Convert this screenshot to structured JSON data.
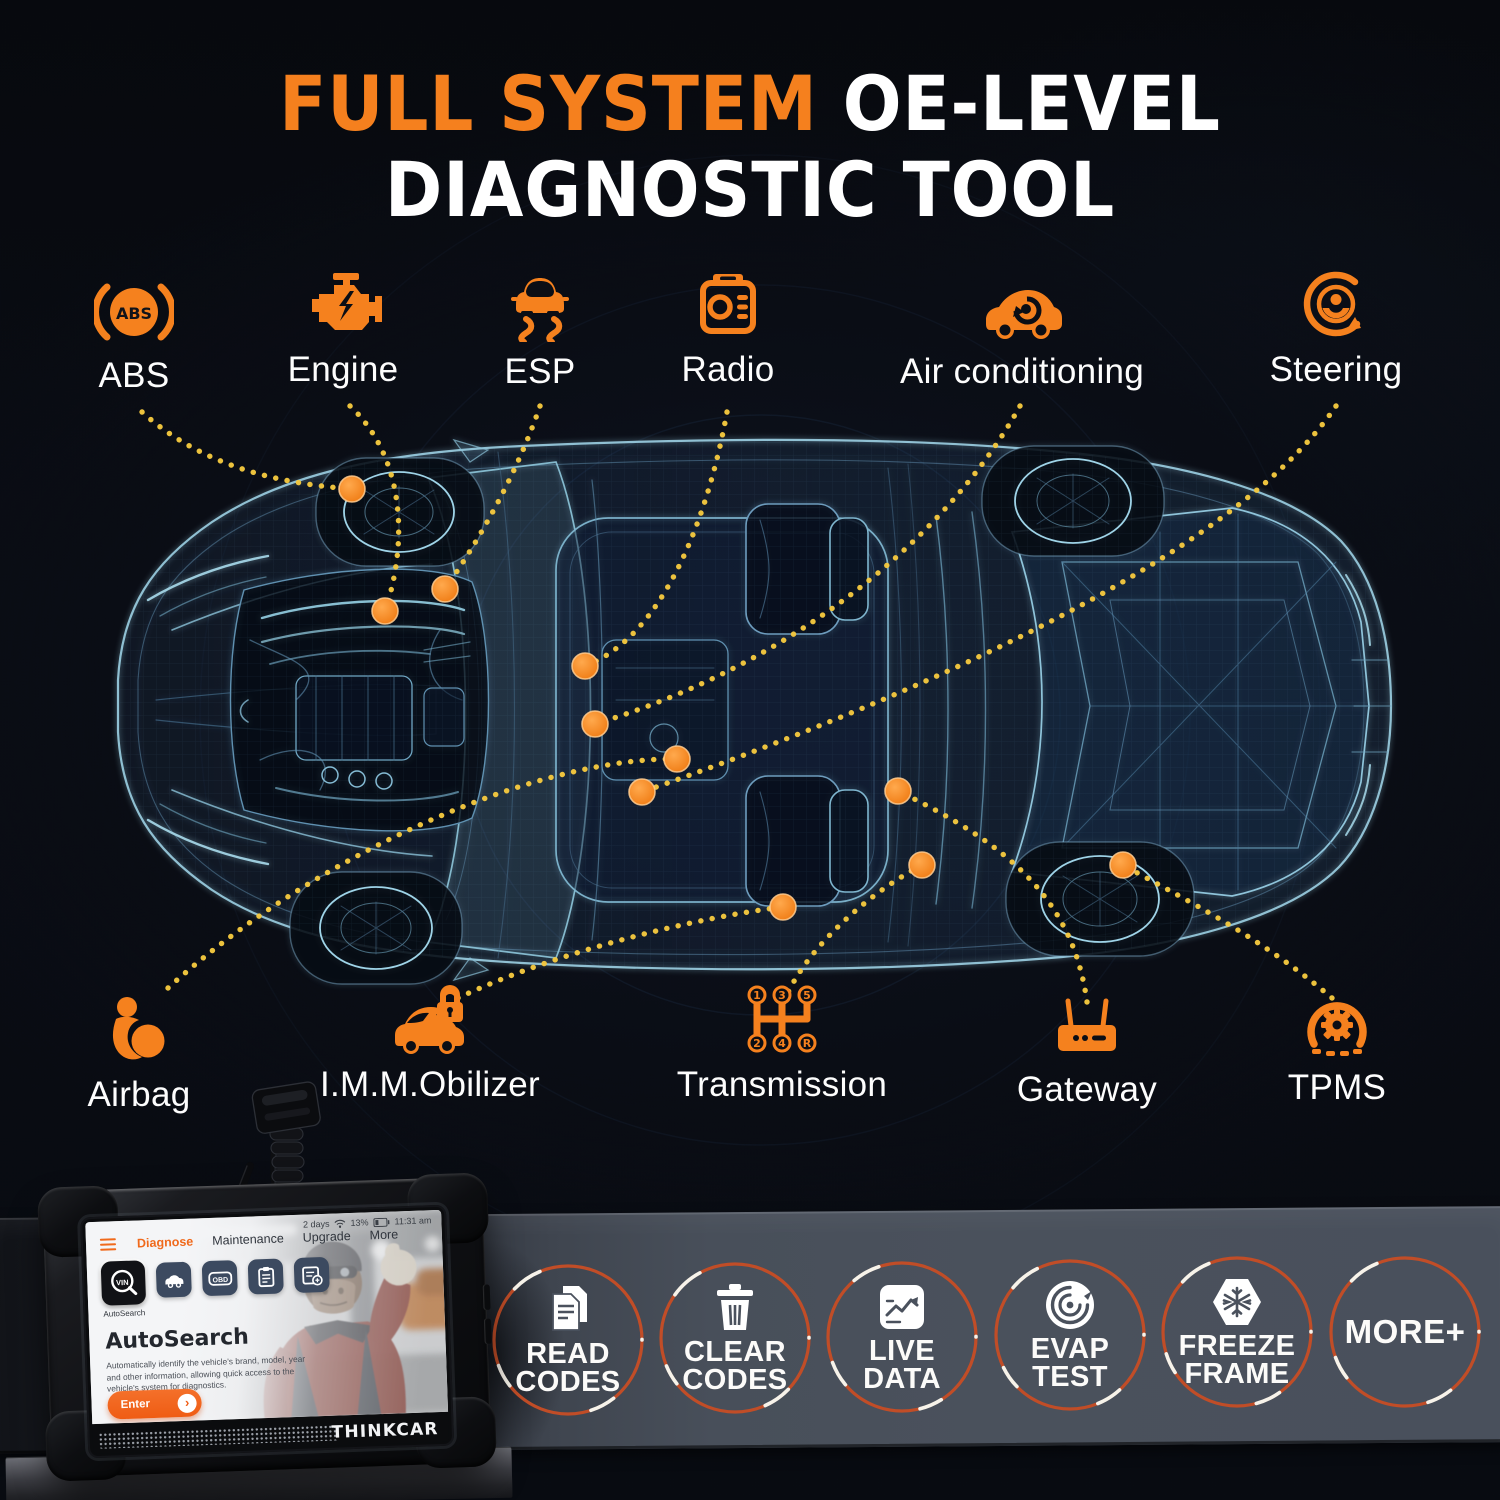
{
  "title": {
    "line1_highlight": "FULL SYSTEM",
    "line1_rest": " OE-LEVEL",
    "line2": "DIAGNOSTIC TOOL"
  },
  "colors": {
    "accent_orange": "#f5801e",
    "title_white": "#ffffff",
    "dotted_line_yellow": "#f2c63e",
    "badge_ring_orange": "#c14d27",
    "band_grey": "#4a515d",
    "car_wireframe_cyan": "#9fd4e8"
  },
  "top_systems": [
    {
      "label": "ABS",
      "icon": "abs-warning-icon"
    },
    {
      "label": "Engine",
      "icon": "check-engine-icon"
    },
    {
      "label": "ESP",
      "icon": "esp-traction-icon"
    },
    {
      "label": "Radio",
      "icon": "radio-icon"
    },
    {
      "label": "Air conditioning",
      "icon": "air-conditioning-icon"
    },
    {
      "label": "Steering",
      "icon": "steering-wheel-icon"
    }
  ],
  "bottom_systems": [
    {
      "label": "Airbag",
      "icon": "airbag-icon"
    },
    {
      "label": "I.M.M.Obilizer",
      "icon": "immobilizer-icon"
    },
    {
      "label": "Transmission",
      "icon": "transmission-gear-icon"
    },
    {
      "label": "Gateway",
      "icon": "gateway-router-icon"
    },
    {
      "label": "TPMS",
      "icon": "tpms-tire-icon"
    }
  ],
  "feature_badges": [
    {
      "line1": "READ",
      "line2": "CODES",
      "icon": "read-codes-icon"
    },
    {
      "line1": "CLEAR",
      "line2": "CODES",
      "icon": "clear-codes-icon"
    },
    {
      "line1": "LIVE",
      "line2": "DATA",
      "icon": "live-data-icon"
    },
    {
      "line1": "EVAP",
      "line2": "TEST",
      "icon": "evap-test-icon"
    },
    {
      "line1": "FREEZE",
      "line2": "FRAME",
      "icon": "freeze-frame-icon"
    },
    {
      "line1": "MORE+",
      "line2": "",
      "icon": null
    }
  ],
  "device": {
    "brand": "THINKCAR",
    "screen": {
      "status": {
        "uptime": "2 days",
        "battery": "13%",
        "time": "11:31 am"
      },
      "nav": [
        "Diagnose",
        "Maintenance",
        "Upgrade",
        "More"
      ],
      "vin_label": "VIN",
      "tile_caption": "AutoSearch",
      "heading": "AutoSearch",
      "description": "Automatically identify the vehicle's brand, model, year and other information, allowing quick access to the vehicle's system for diagnostics.",
      "enter_label": "Enter"
    }
  }
}
